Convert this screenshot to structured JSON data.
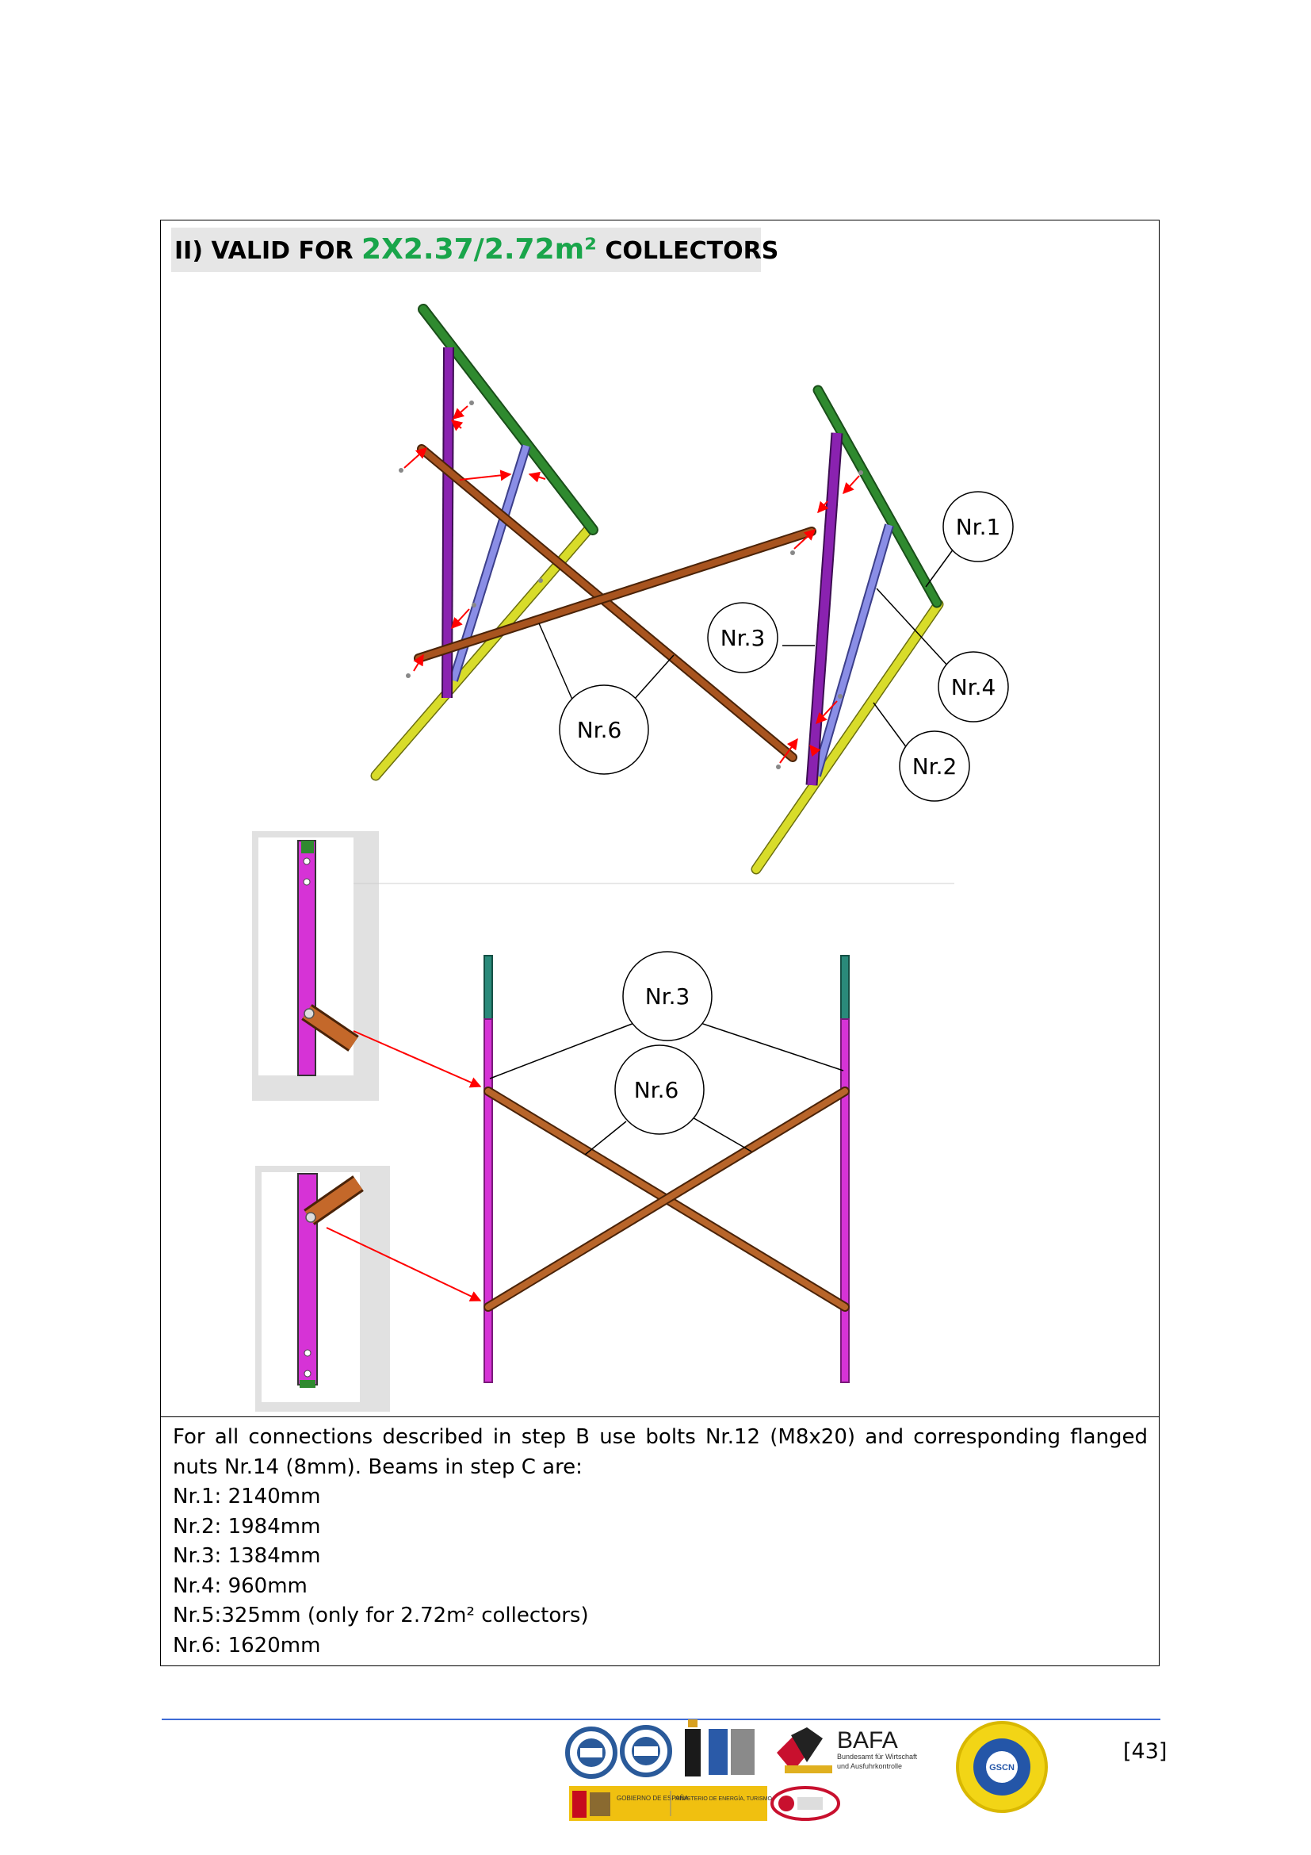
{
  "heading": {
    "prefix": "II) VALID FOR ",
    "accent": "2X2.37/2.72m²",
    "suffix": " COLLECTORS",
    "accent_color": "#19a54a"
  },
  "diagram": {
    "labels": {
      "nr1": "Nr.1",
      "nr2": "Nr.2",
      "nr3": "Nr.3",
      "nr4": "Nr.4",
      "nr6": "Nr.6",
      "front_nr3": "Nr.3",
      "front_nr6": "Nr.6"
    },
    "colors": {
      "green_beam": "#2f8a2f",
      "yellow_beam": "#d8dc2a",
      "purple_beam": "#8a22b0",
      "blue_beam": "#7b7fe0",
      "brown_beam": "#a8541f",
      "magenta_post": "#d633d6",
      "arrow": "#ff0000"
    }
  },
  "description": {
    "paragraph": "For all connections described in step B use bolts Nr.12 (M8x20) and corresponding flanged nuts Nr.14 (8mm). Beams in step C are:",
    "specs": [
      "Nr.1: 2140mm",
      "Nr.2: 1984mm",
      "Nr.3: 1384mm",
      "Nr.4: 960mm",
      "Nr.5:325mm (only for 2.72m² collectors)",
      "Nr.6: 1620mm"
    ]
  },
  "footer": {
    "page_number": "[43]",
    "logos": {
      "bafa_title": "BAFA",
      "bafa_line1": "Bundesamt für Wirtschaft",
      "bafa_line2": "und Ausfuhrkontrolle",
      "gscn": "GSCN",
      "gobierno": "GOBIERNO DE ESPAÑA",
      "ministerio": "MINISTERIO DE ENERGÍA, TURISMO Y AGENDA DIGITAL"
    }
  }
}
